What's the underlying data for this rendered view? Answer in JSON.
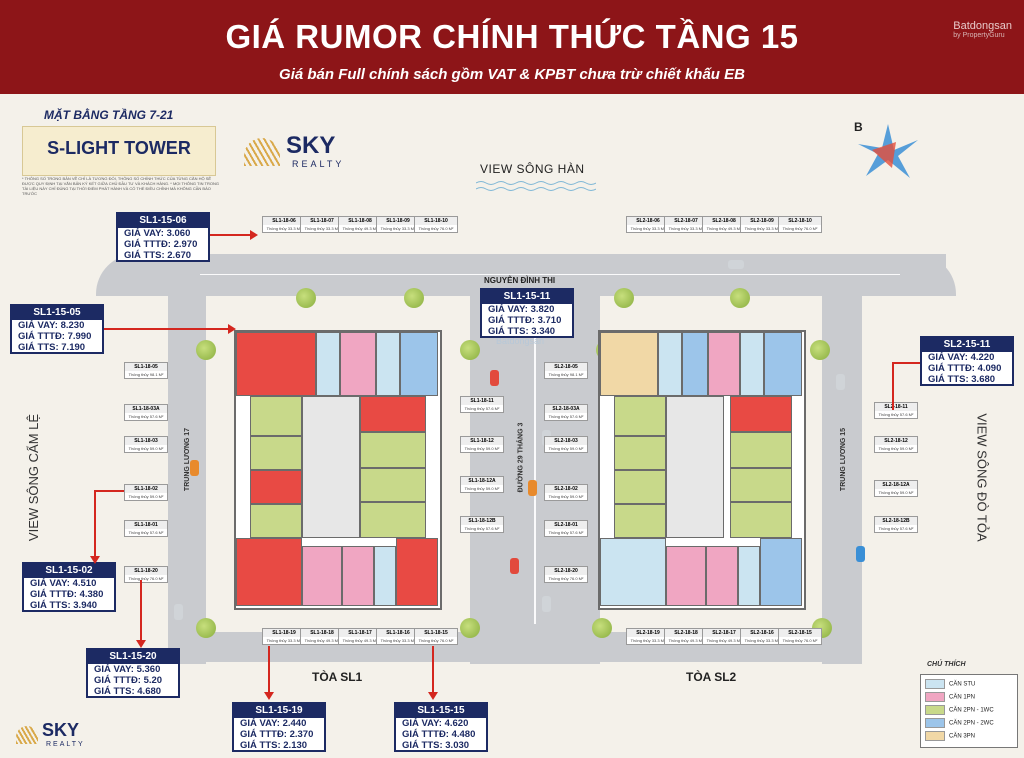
{
  "header": {
    "title": "GIÁ RUMOR CHÍNH THỨC TẦNG 15",
    "subtitle": "Giá bán Full chính sách gồm VAT & KPBT chưa trừ chiết khấu EB",
    "watermark": "Batdongsan",
    "watermark_sub": "by PropertyGuru"
  },
  "intro": {
    "floor_plan_title": "MẶT BẰNG TẦNG 7-21",
    "tower_name": "S-LIGHT TOWER",
    "notes": "* THÔNG SỐ TRONG BẢN VẼ CHỈ LÀ TƯƠNG ĐỐI, THÔNG SỐ CHÍNH THỨC CỦA TỪNG CĂN HỘ SẼ ĐƯỢC QUY ĐỊNH TẠI VĂN BẢN KÝ KẾT GIỮA CHỦ ĐẦU TƯ VÀ KHÁCH HÀNG. * MỌI THÔNG TIN TRONG TÀI LIỆU NÀY CHỈ ĐÚNG TẠI THỜI ĐIỂM PHÁT HÀNH VÀ CÓ THỂ ĐIỀU CHỈNH MÀ KHÔNG CẦN BÁO TRƯỚC"
  },
  "brand": {
    "name": "SKY",
    "sub": "REALTY"
  },
  "views": {
    "top": "VIEW SÔNG HÀN",
    "left": "VIEW SÔNG CẨM LỆ",
    "right": "VIEW SÔNG ĐÒ TỎA"
  },
  "streets": {
    "top": "NGUYỄN ĐÌNH THI",
    "middle": "ĐƯỜNG 29 THÁNG 3",
    "left": "TRUNG LƯƠNG 17",
    "right": "TRUNG LƯƠNG 15"
  },
  "towers": {
    "left": "TÒA SL1",
    "right": "TÒA SL2"
  },
  "tag_area_prefix": "Thông thủy",
  "sl1_tags": [
    "SL1-18-06",
    "SL1-18-07",
    "SL1-18-08",
    "SL1-18-09",
    "SL1-18-10",
    "SL1-18-05",
    "SL1-18-03A",
    "SL1-18-03",
    "SL1-18-02",
    "SL1-18-01",
    "SL1-18-20",
    "SL1-18-11",
    "SL1-18-12",
    "SL1-18-12A",
    "SL1-18-12B",
    "SL1-18-19",
    "SL1-18-18",
    "SL1-18-17",
    "SL1-18-16",
    "SL1-18-15"
  ],
  "sl1_areas": [
    "33.3 M²",
    "33.3 M²",
    "49.3 M²",
    "33.3 M²",
    "76.0 M²",
    "98.1 M²",
    "57.6 M²",
    "59.0 M²",
    "59.0 M²",
    "57.6 M²",
    "76.0 M²",
    "57.6 M²",
    "59.0 M²",
    "59.0 M²",
    "57.6 M²",
    "33.3 M²",
    "49.3 M²",
    "49.3 M²",
    "33.3 M²",
    "76.0 M²"
  ],
  "sl2_tags": [
    "SL2-18-06",
    "SL2-18-07",
    "SL2-18-08",
    "SL2-18-09",
    "SL2-18-10",
    "SL2-18-05",
    "SL2-18-03A",
    "SL2-18-03",
    "SL2-18-02",
    "SL2-18-01",
    "SL2-18-20",
    "SL2-18-11",
    "SL2-18-12",
    "SL2-18-12A",
    "SL2-18-12B",
    "SL2-18-19",
    "SL2-18-18",
    "SL2-18-17",
    "SL2-18-16",
    "SL2-18-15"
  ],
  "sl2_areas": [
    "33.3 M²",
    "33.3 M²",
    "49.3 M²",
    "33.3 M²",
    "76.0 M²",
    "98.1 M²",
    "57.6 M²",
    "59.0 M²",
    "59.0 M²",
    "57.6 M²",
    "76.0 M²",
    "57.6 M²",
    "59.0 M²",
    "59.0 M²",
    "57.6 M²",
    "33.3 M²",
    "49.3 M²",
    "49.3 M²",
    "33.3 M²",
    "76.0 M²"
  ],
  "prices": [
    {
      "code": "SL1-15-06",
      "vay": "GIÁ VAY: 3.060",
      "tttd": "GIÁ TTTĐ: 2.970",
      "tts": "GIÁ TTS: 2.670"
    },
    {
      "code": "SL1-15-05",
      "vay": "GIÁ VAY: 8.230",
      "tttd": "GIÁ TTTĐ: 7.990",
      "tts": "GIÁ TTS: 7.190"
    },
    {
      "code": "SL1-15-11",
      "vay": "GIÁ VAY: 3.820",
      "tttd": "GIÁ TTTĐ: 3.710",
      "tts": "GIÁ TTS: 3.340"
    },
    {
      "code": "SL2-15-11",
      "vay": "GIÁ VAY: 4.220",
      "tttd": "GIÁ TTTĐ: 4.090",
      "tts": "GIÁ TTS: 3.680"
    },
    {
      "code": "SL1-15-02",
      "vay": "GIÁ VAY: 4.510",
      "tttd": "GIÁ TTTĐ: 4.380",
      "tts": "GIÁ TTS: 3.940"
    },
    {
      "code": "SL1-15-20",
      "vay": "GIÁ VAY: 5.360",
      "tttd": "GIÁ TTTĐ: 5.20",
      "tts": "GIÁ TTS: 4.680"
    },
    {
      "code": "SL1-15-19",
      "vay": "GIÁ VAY: 2.440",
      "tttd": "GIÁ TTTĐ: 2.370",
      "tts": "GIÁ TTS: 2.130"
    },
    {
      "code": "SL1-15-15",
      "vay": "GIÁ VAY: 4.620",
      "tttd": "GIÁ TTTĐ: 4.480",
      "tts": "GIÁ TTS: 3.030"
    }
  ],
  "legend": {
    "title": "CHÚ THÍCH",
    "items": [
      {
        "label": "CĂN STU",
        "color": "#cbe4f1"
      },
      {
        "label": "CĂN 1PN",
        "color": "#f0a6c2"
      },
      {
        "label": "CĂN 2PN - 1WC",
        "color": "#c8d98a"
      },
      {
        "label": "CĂN 2PN - 2WC",
        "color": "#9cc5ea"
      },
      {
        "label": "CĂN 3PN",
        "color": "#f1d8a6"
      }
    ]
  },
  "map_watermark": "Batdongsan",
  "compass_letter": "B"
}
